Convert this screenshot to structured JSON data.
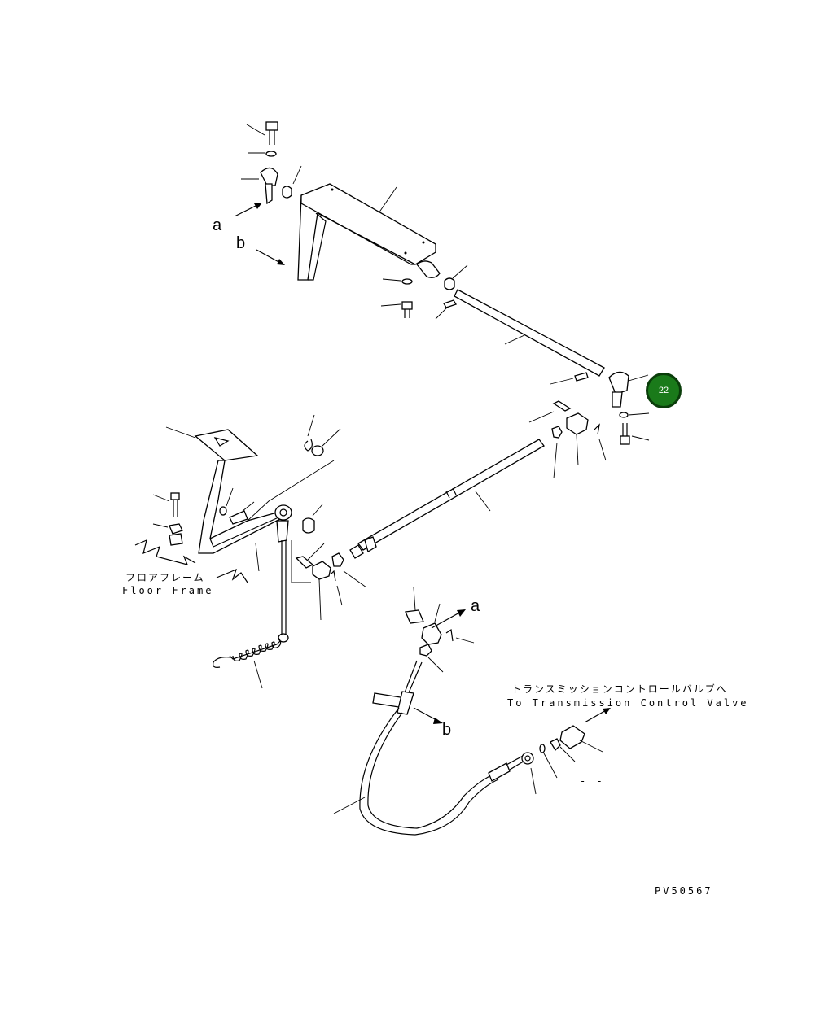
{
  "labels": {
    "a_top": "a",
    "b_top": "b",
    "a_mid": "a",
    "b_mid": "b",
    "floor_frame_jp": "フロアフレーム",
    "floor_frame_en": "Floor Frame",
    "valve_jp": "トランスミッションコントロールバルブへ",
    "valve_en": "To Transmission Control Valve",
    "dash_1": "- -",
    "dash_2": "- -",
    "drawing_no": "PV50567"
  },
  "callouts": [
    {
      "number": "22",
      "color": "#1a7a1a"
    }
  ]
}
